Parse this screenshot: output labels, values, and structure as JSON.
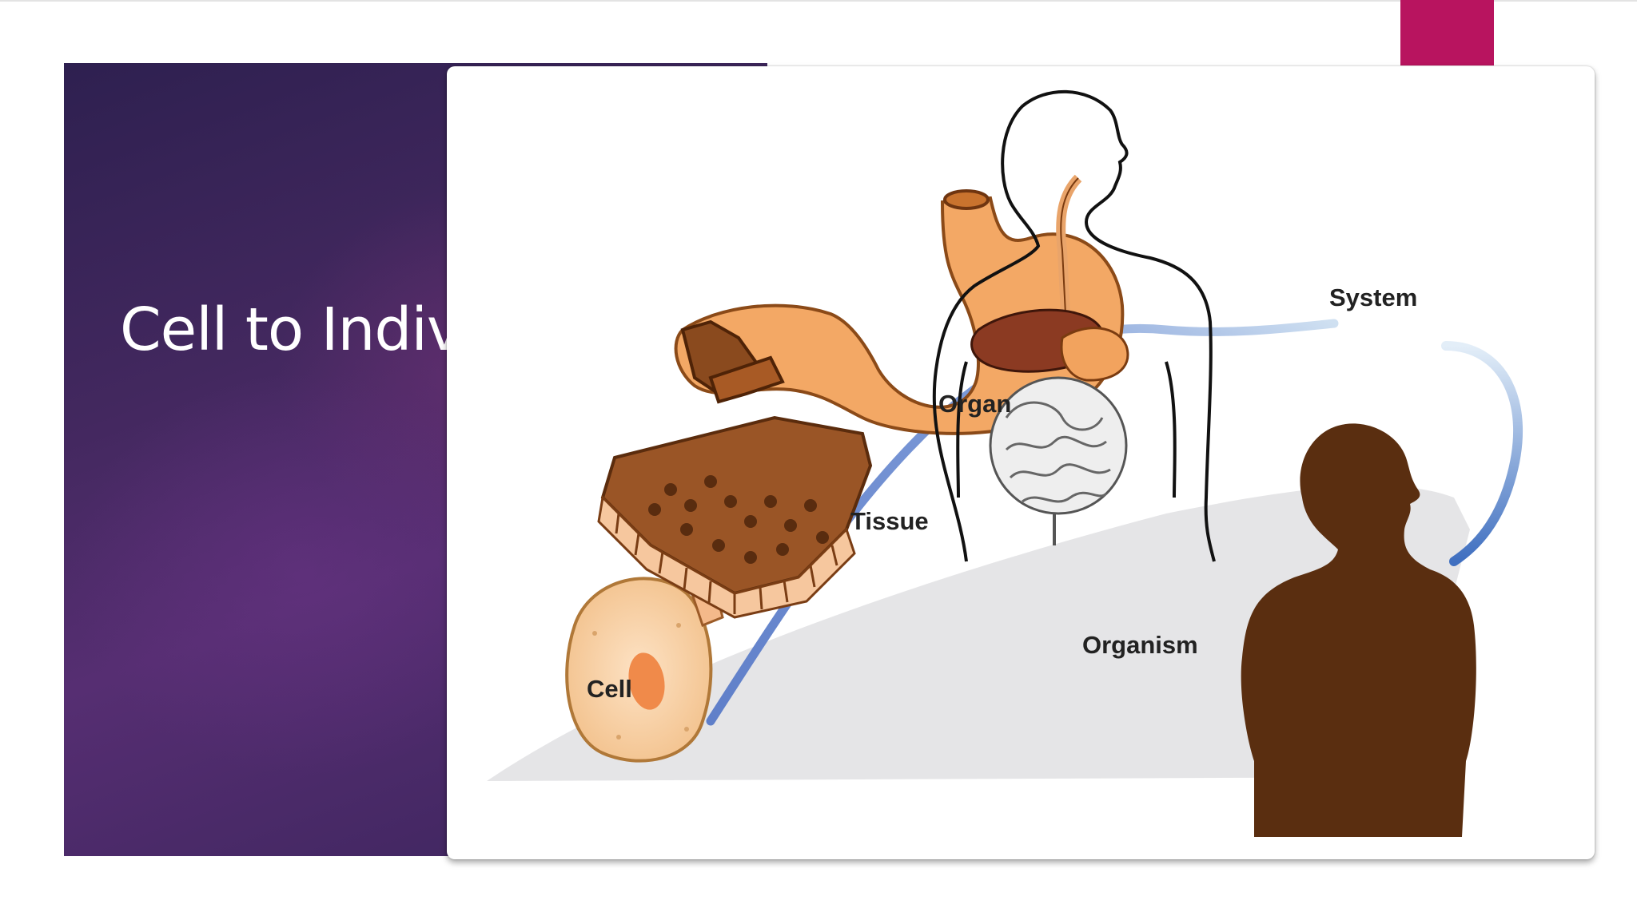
{
  "slide": {
    "title": "Cell to Indivi"
  },
  "diagram": {
    "labels": {
      "cell": "Cell",
      "tissue": "Tissue",
      "organ": "Organ",
      "system": "System",
      "organism": "Organism"
    }
  },
  "colors": {
    "panel_purple": "#43285f",
    "accent_magenta": "#b8145f",
    "path_blue": "#6f8fcf",
    "organ_orange": "#f3a865",
    "tissue_brown": "#8a4a1e",
    "organism_brown": "#5a2e10"
  }
}
